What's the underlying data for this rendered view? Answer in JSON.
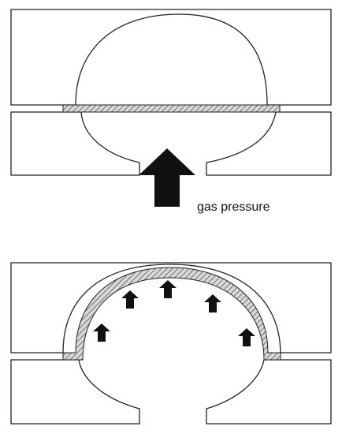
{
  "diagram": {
    "title": "",
    "stages": [
      {
        "name": "before-forming",
        "label": "gas pressure"
      },
      {
        "name": "after-forming"
      }
    ],
    "colors": {
      "line": "#222222",
      "hatch": "#444444",
      "sheet_fill": "#d9d9d9",
      "arrow": "#111111",
      "background": "#ffffff"
    }
  }
}
